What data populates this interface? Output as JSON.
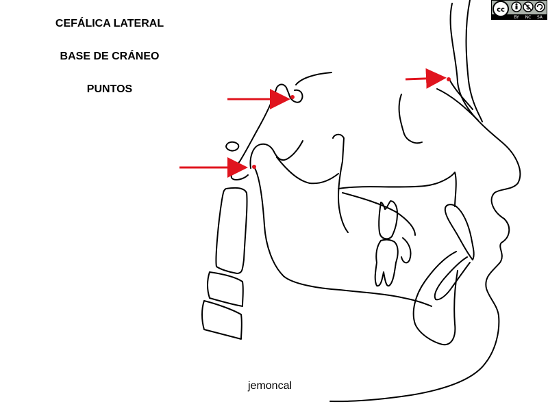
{
  "title": {
    "line1": "CEFÁLICA LATERAL",
    "line2": "BASE DE CRÁNEO",
    "line3": "PUNTOS"
  },
  "credit": "jemoncal",
  "license_badge": {
    "text_by": "BY",
    "text_nc": "NC",
    "text_sa": "SA",
    "icon": "creative-commons-by-nc-sa-icon"
  },
  "colors": {
    "ink": "#000000",
    "marker": "#e0141e",
    "background": "#ffffff"
  },
  "markers": [
    {
      "name": "sella-marker",
      "icon": "arrow-right-icon"
    },
    {
      "name": "basion-marker",
      "icon": "arrow-right-icon"
    },
    {
      "name": "nasion-marker",
      "icon": "arrow-right-icon"
    }
  ]
}
